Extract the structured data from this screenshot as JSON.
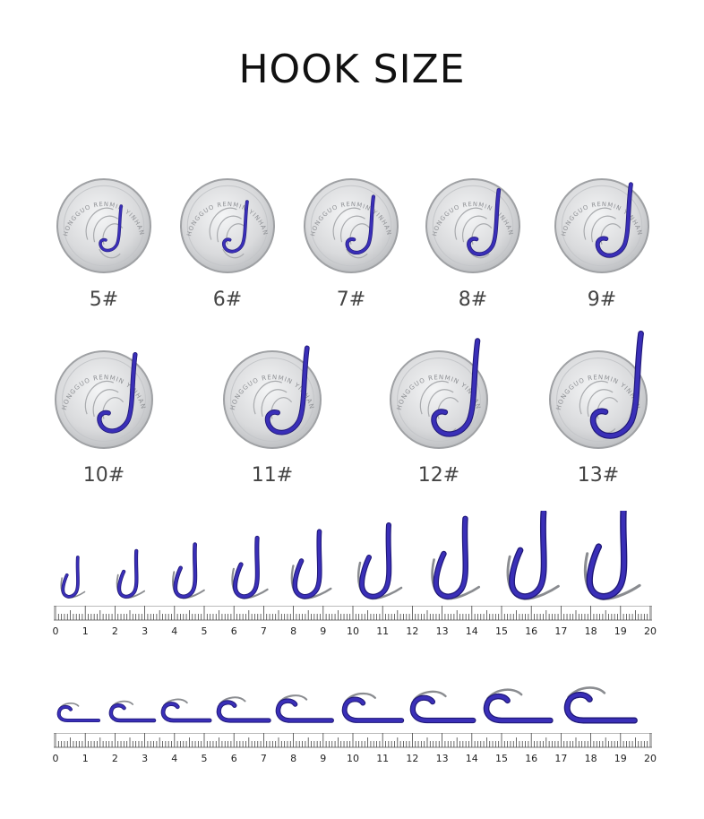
{
  "title": "HOOK SIZE",
  "row1": [
    {
      "label": "5#",
      "scale": 0.5
    },
    {
      "label": "6#",
      "scale": 0.56
    },
    {
      "label": "7#",
      "scale": 0.63
    },
    {
      "label": "8#",
      "scale": 0.72
    },
    {
      "label": "9#",
      "scale": 0.8
    }
  ],
  "row2": [
    {
      "label": "10#",
      "scale": 0.86
    },
    {
      "label": "11#",
      "scale": 0.95
    },
    {
      "label": "12#",
      "scale": 1.05
    },
    {
      "label": "13#",
      "scale": 1.15
    }
  ],
  "coin_text": "ZHONGGUO RENMIN YINHANG",
  "ruler_labels": [
    "0",
    "1",
    "2",
    "3",
    "4",
    "5",
    "6",
    "7",
    "8",
    "9",
    "10",
    "11",
    "12",
    "13",
    "14",
    "15",
    "16",
    "17",
    "18",
    "19",
    "20"
  ],
  "colors": {
    "hook": "#3a2fb8",
    "hook_dark": "#1f1877",
    "coin": "#d9dadc",
    "coin_edge": "#9fa1a4",
    "silver": "#8a8c90"
  }
}
